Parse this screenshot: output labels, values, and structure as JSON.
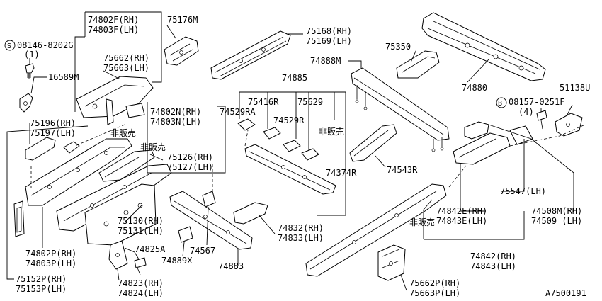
{
  "labels": {
    "l_08146": "08146-8202G",
    "l_08146_qty": "(1)",
    "s_mark": "S",
    "l_16589M": "16589M",
    "l_74802F": "74802F(RH)",
    "l_74803F": "74803F(LH)",
    "l_75176M": "75176M",
    "l_75662": "75662(RH)",
    "l_75663": "75663(LH)",
    "l_75168": "75168(RH)",
    "l_75169": "75169(LH)",
    "l_74888M": "74888M",
    "l_75350": "75350",
    "l_74880": "74880",
    "l_74885": "74885",
    "l_75416R": "75416R",
    "l_75629": "75629",
    "l_74529RA": "74529RA",
    "l_74529R": "74529R",
    "l_hibaihin1": "非販売",
    "l_74802N": "74802N(RH)",
    "l_74803N": "74803N(LH)",
    "l_75196": "75196(RH)",
    "l_75197": "75197(LH)",
    "l_hibaihin2": "非販売",
    "l_hibaihin3": "非販売",
    "l_75126": "75126(RH)",
    "l_75127": "75127(LH)",
    "l_74374R": "74374R",
    "l_74543R": "74543R",
    "b_mark": "B",
    "l_08157": "08157-0251F",
    "l_08157_qty": "(4)",
    "l_51138U": "51138U",
    "l_75547": "75547(LH)",
    "l_74842E": "74842E(RH)",
    "l_74843E": "74843E(LH)",
    "l_74508M": "74508M(RH)",
    "l_74509": "74509  (LH)",
    "l_hibaihin4": "非販売",
    "l_75130": "75130(RH)",
    "l_75131": "75131(LH)",
    "l_74832": "74832(RH)",
    "l_74833": "74833(LH)",
    "l_74802P": "74802P(RH)",
    "l_74803P": "74803P(LH)",
    "l_74825A": "74825A",
    "l_74567": "74567",
    "l_74889X": "74889X",
    "l_74883": "74883",
    "l_74842": "74842(RH)",
    "l_74843": "74843(LH)",
    "l_75152P": "75152P(RH)",
    "l_75153P": "75153P(LH)",
    "l_74823": "74823(RH)",
    "l_74824": "74824(LH)",
    "l_75662P": "75662P(RH)",
    "l_75663P": "75663P(LH)",
    "l_code": "A7500191"
  }
}
